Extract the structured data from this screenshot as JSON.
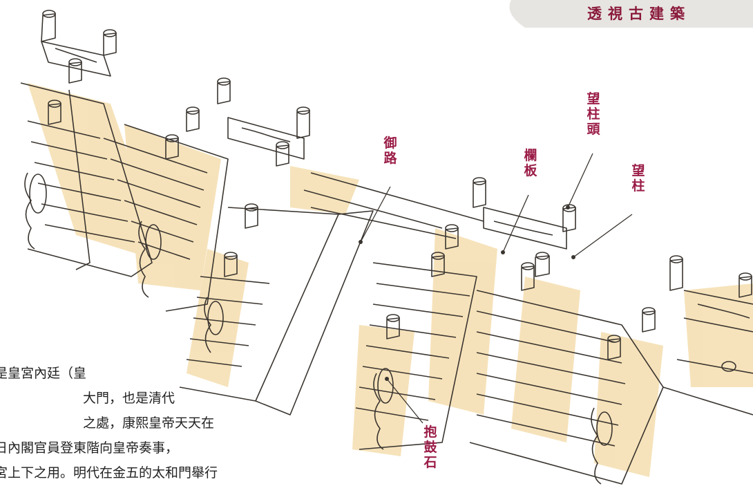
{
  "header": {
    "title": "透視古建築"
  },
  "labels": {
    "yu_lu": "御路",
    "lan_ban": "欄板",
    "wang_zhu_tou": "望柱頭",
    "wang_zhu": "望柱",
    "bao_gu_shi": "抱鼓石"
  },
  "body_text": {
    "line1": "是皇宮內廷（皇",
    "line2": "大門，也是清代",
    "line3": "之處，康熙皇帝天天在",
    "line4": "日內閣官員登東階向皇帝奏事，",
    "line5": "宮上下之用。明代在金五的太和門舉行"
  },
  "colors": {
    "accent": "#9a1c47",
    "header_bg": "#e7e5e2",
    "stone_shade": "#f3d9a4",
    "ink": "#3a3530"
  }
}
